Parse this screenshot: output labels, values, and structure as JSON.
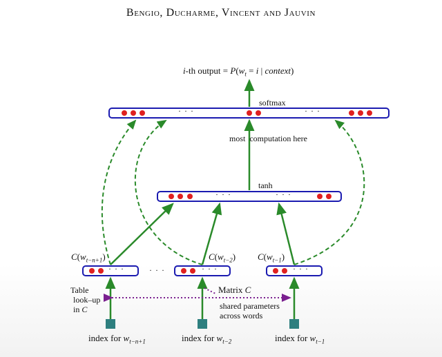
{
  "header": "Bengio, Ducharme, Vincent and Jauvin",
  "output_label": "i-th output = P(w_t = i | context)",
  "output_parts": {
    "i": "i",
    "th": "-th output = ",
    "P": "P",
    "w": "w",
    "t": "t",
    "eq": " = ",
    "i2": "i",
    "bar": " | ",
    "context": "context",
    "close": ")"
  },
  "softmax_label": "softmax",
  "most_computation_label": "most  computation here",
  "tanh_label": "tanh",
  "context_labels": [
    {
      "c": "C",
      "w": "w",
      "sub": "t−n+1"
    },
    {
      "c": "C",
      "w": "w",
      "sub": "t−2"
    },
    {
      "c": "C",
      "w": "w",
      "sub": "t−1"
    }
  ],
  "ellipsis": "· · ·",
  "table_lookup": [
    "Table",
    "look–up",
    "in"
  ],
  "table_lookup_c": "C",
  "matrix_label": "Matrix",
  "matrix_c": "C",
  "shared_params": [
    "shared parameters",
    "across words"
  ],
  "index_labels": [
    {
      "text": "index for ",
      "w": "w",
      "sub": "t−n+1"
    },
    {
      "text": "index for ",
      "w": "w",
      "sub": "t−2"
    },
    {
      "text": "index for ",
      "w": "w",
      "sub": "t−1"
    }
  ],
  "colors": {
    "box_border": "#1a1ab0",
    "neuron": "#e02020",
    "arrow": "#2a8a2a",
    "shared": "#7a1f8f",
    "index_box": "#2e7f7f"
  }
}
